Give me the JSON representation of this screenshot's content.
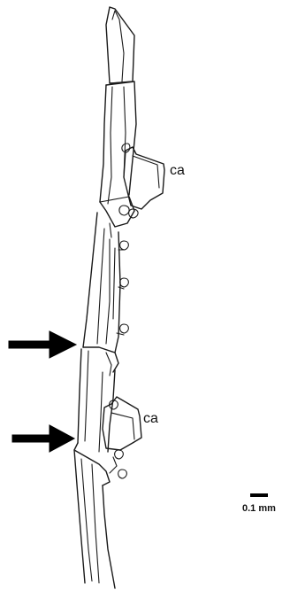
{
  "figure": {
    "labels": {
      "callus_upper": "ca",
      "callus_lower": "ca"
    },
    "scale_bar": {
      "label": "0.1 mm"
    },
    "arrows": [
      {
        "name": "arrow-upper",
        "direction": "right"
      },
      {
        "name": "arrow-lower",
        "direction": "right"
      }
    ],
    "colors": {
      "ink": "#1a1a1a",
      "background": "#ffffff"
    }
  }
}
